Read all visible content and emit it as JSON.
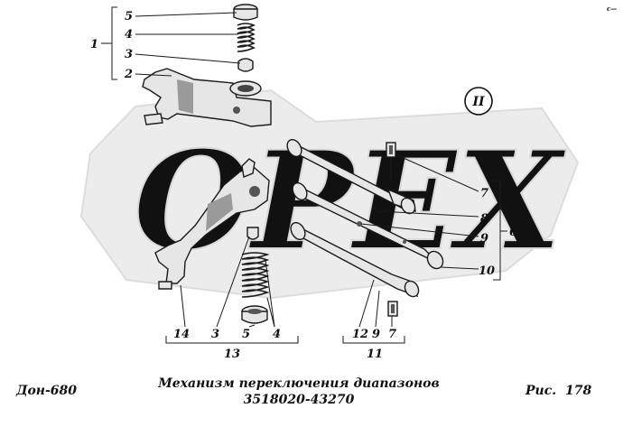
{
  "document": {
    "model": "Дон-680",
    "caption_line1": "Механизм переключения диапазонов",
    "caption_line2": "3518020-43270",
    "figure_label": "Рис.",
    "figure_number": "178",
    "corner_mark": "с—"
  },
  "watermark": {
    "text": "OPEX"
  },
  "view_marker": "II",
  "callouts": {
    "upper_5": "5",
    "upper_4": "4",
    "upper_3": "3",
    "upper_2": "2",
    "upper_group": "1",
    "right_7a": "7",
    "right_8": "8",
    "right_9": "9",
    "right_10": "10",
    "right_group": "6",
    "bottom_14": "14",
    "bottom_3": "3",
    "bottom_5": "5",
    "bottom_4": "4",
    "bottom_group": "13",
    "bottom_12": "12",
    "bottom_9": "9",
    "bottom_7": "7",
    "bottom_group_11": "11"
  }
}
